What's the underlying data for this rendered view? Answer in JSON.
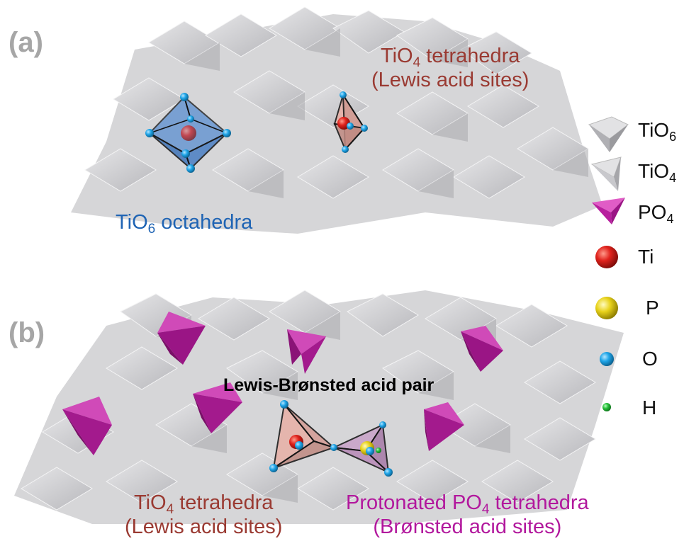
{
  "panels": {
    "a": {
      "label": "(a)",
      "tetra_label": {
        "prefix": "TiO",
        "sub": "4",
        "suffix": " tetrahedra",
        "line2": "(Lewis acid sites)"
      },
      "octa_label": {
        "prefix": "TiO",
        "sub": "6",
        "suffix": " octahedra"
      }
    },
    "b": {
      "label": "(b)",
      "pair_label": "Lewis-Brønsted acid pair",
      "tetra_label": {
        "prefix": "TiO",
        "sub": "4",
        "suffix": " tetrahedra",
        "line2": "(Lewis acid sites)"
      },
      "po4_label": {
        "prefix": "Protonated PO",
        "sub": "4",
        "suffix": " tetrahedra",
        "line2": "(Brønsted acid sites)"
      }
    }
  },
  "legend": [
    {
      "icon": "tio6-octahedron-icon",
      "base": "TiO",
      "sub": "6"
    },
    {
      "icon": "tio4-tetrahedron-icon",
      "base": "TiO",
      "sub": "4"
    },
    {
      "icon": "po4-tetrahedron-icon",
      "base": "PO",
      "sub": "4"
    },
    {
      "icon": "ti-atom-icon",
      "base": "Ti",
      "sub": ""
    },
    {
      "icon": "p-atom-icon",
      "base": "P",
      "sub": ""
    },
    {
      "icon": "o-atom-icon",
      "base": "O",
      "sub": ""
    },
    {
      "icon": "h-atom-icon",
      "base": "H",
      "sub": ""
    }
  ],
  "colors": {
    "ti": "#e0221c",
    "p": "#e8d21a",
    "o": "#1fa5e8",
    "h": "#27c03a",
    "po4": "#b51d9c",
    "framework": "#d2d2d4",
    "octa_highlight": "#5b8fd1",
    "label_brown": "#9a3a32",
    "label_blue": "#1f64b4",
    "label_magenta": "#b2189d"
  }
}
